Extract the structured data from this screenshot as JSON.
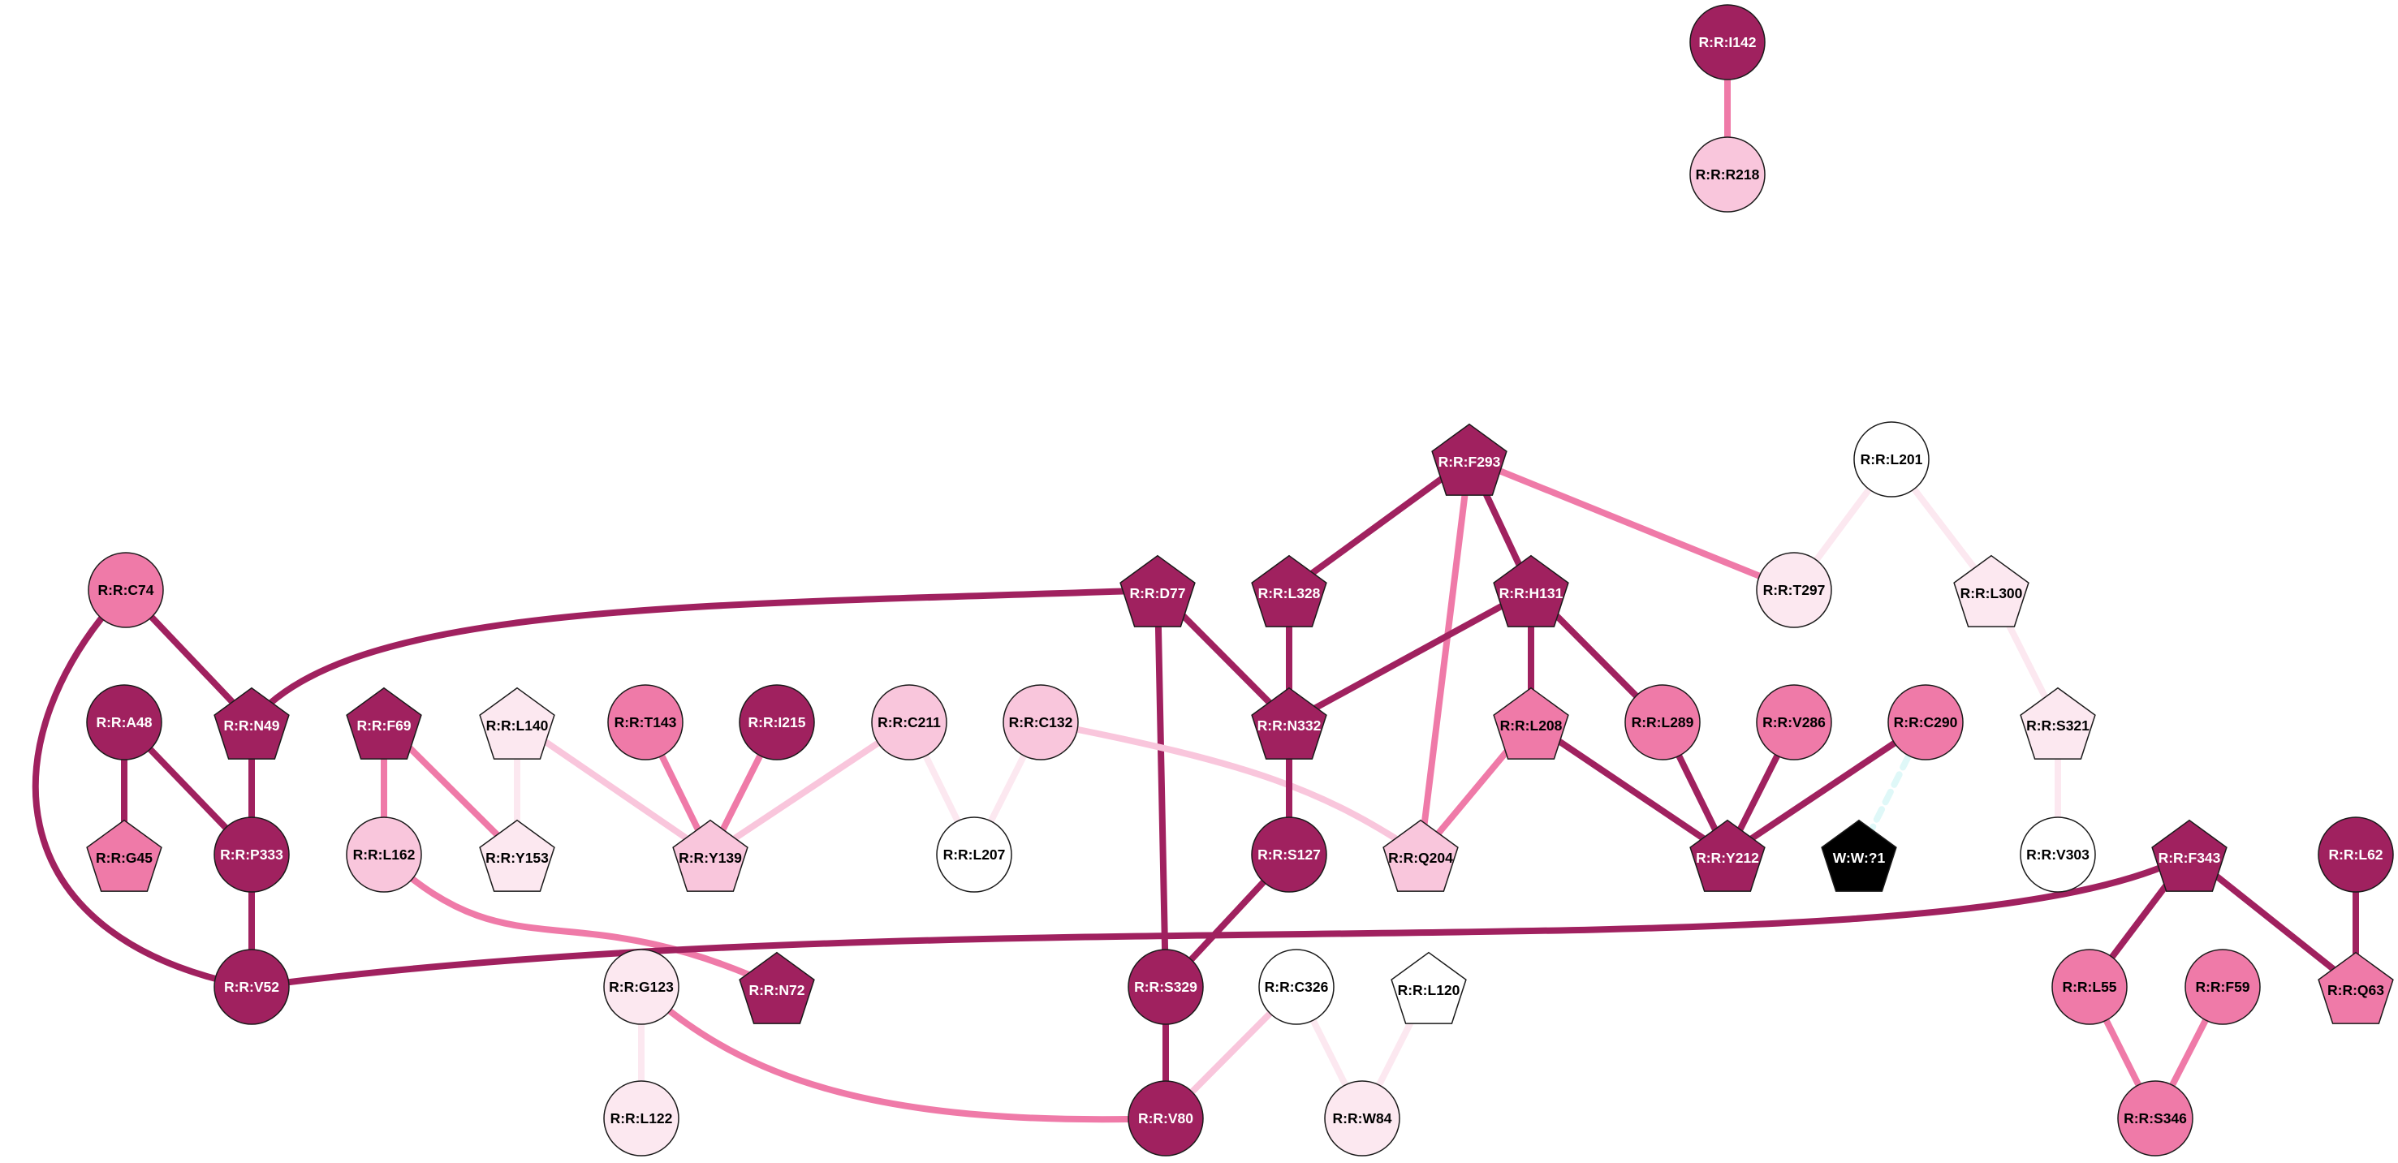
{
  "colors": {
    "dark": "#a0215f",
    "medium": "#ef7aa8",
    "light": "#f9c6dc",
    "faint": "#fce8f0",
    "white": "#ffffff",
    "black": "#000000",
    "water_edge": "#dff8f8"
  },
  "nodes": [
    {
      "id": "I142",
      "label": "R:R:I142",
      "shape": "circle",
      "fill": "dark"
    },
    {
      "id": "R218",
      "label": "R:R:R218",
      "shape": "circle",
      "fill": "light"
    },
    {
      "id": "F293",
      "label": "R:R:F293",
      "shape": "pentagon",
      "fill": "dark"
    },
    {
      "id": "L201",
      "label": "R:R:L201",
      "shape": "circle",
      "fill": "white"
    },
    {
      "id": "C74",
      "label": "R:R:C74",
      "shape": "circle",
      "fill": "medium"
    },
    {
      "id": "D77",
      "label": "R:R:D77",
      "shape": "pentagon",
      "fill": "dark"
    },
    {
      "id": "L328",
      "label": "R:R:L328",
      "shape": "pentagon",
      "fill": "dark"
    },
    {
      "id": "H131",
      "label": "R:R:H131",
      "shape": "pentagon",
      "fill": "dark"
    },
    {
      "id": "T297",
      "label": "R:R:T297",
      "shape": "circle",
      "fill": "faint"
    },
    {
      "id": "L300",
      "label": "R:R:L300",
      "shape": "pentagon",
      "fill": "faint"
    },
    {
      "id": "A48",
      "label": "R:R:A48",
      "shape": "circle",
      "fill": "dark"
    },
    {
      "id": "N49",
      "label": "R:R:N49",
      "shape": "pentagon",
      "fill": "dark"
    },
    {
      "id": "F69",
      "label": "R:R:F69",
      "shape": "pentagon",
      "fill": "dark"
    },
    {
      "id": "L140",
      "label": "R:R:L140",
      "shape": "pentagon",
      "fill": "faint"
    },
    {
      "id": "T143",
      "label": "R:R:T143",
      "shape": "circle",
      "fill": "medium"
    },
    {
      "id": "I215",
      "label": "R:R:I215",
      "shape": "circle",
      "fill": "dark"
    },
    {
      "id": "C211",
      "label": "R:R:C211",
      "shape": "circle",
      "fill": "light"
    },
    {
      "id": "C132",
      "label": "R:R:C132",
      "shape": "circle",
      "fill": "light"
    },
    {
      "id": "N332",
      "label": "R:R:N332",
      "shape": "pentagon",
      "fill": "dark"
    },
    {
      "id": "L208",
      "label": "R:R:L208",
      "shape": "pentagon",
      "fill": "medium"
    },
    {
      "id": "L289",
      "label": "R:R:L289",
      "shape": "circle",
      "fill": "medium"
    },
    {
      "id": "V286",
      "label": "R:R:V286",
      "shape": "circle",
      "fill": "medium"
    },
    {
      "id": "C290",
      "label": "R:R:C290",
      "shape": "circle",
      "fill": "medium"
    },
    {
      "id": "S321",
      "label": "R:R:S321",
      "shape": "pentagon",
      "fill": "faint"
    },
    {
      "id": "G45",
      "label": "R:R:G45",
      "shape": "pentagon",
      "fill": "medium"
    },
    {
      "id": "P333",
      "label": "R:R:P333",
      "shape": "circle",
      "fill": "dark"
    },
    {
      "id": "L162",
      "label": "R:R:L162",
      "shape": "circle",
      "fill": "light"
    },
    {
      "id": "Y153",
      "label": "R:R:Y153",
      "shape": "pentagon",
      "fill": "faint"
    },
    {
      "id": "Y139",
      "label": "R:R:Y139",
      "shape": "pentagon",
      "fill": "light"
    },
    {
      "id": "L207",
      "label": "R:R:L207",
      "shape": "circle",
      "fill": "white"
    },
    {
      "id": "S127",
      "label": "R:R:S127",
      "shape": "circle",
      "fill": "dark"
    },
    {
      "id": "Q204",
      "label": "R:R:Q204",
      "shape": "pentagon",
      "fill": "light"
    },
    {
      "id": "Y212",
      "label": "R:R:Y212",
      "shape": "pentagon",
      "fill": "dark"
    },
    {
      "id": "W1",
      "label": "W:W:?1",
      "shape": "pentagon",
      "fill": "black"
    },
    {
      "id": "V303",
      "label": "R:R:V303",
      "shape": "circle",
      "fill": "white"
    },
    {
      "id": "F343",
      "label": "R:R:F343",
      "shape": "pentagon",
      "fill": "dark"
    },
    {
      "id": "L62",
      "label": "R:R:L62",
      "shape": "circle",
      "fill": "dark"
    },
    {
      "id": "V52",
      "label": "R:R:V52",
      "shape": "circle",
      "fill": "dark"
    },
    {
      "id": "N72",
      "label": "R:R:N72",
      "shape": "pentagon",
      "fill": "dark"
    },
    {
      "id": "G123",
      "label": "R:R:G123",
      "shape": "circle",
      "fill": "faint"
    },
    {
      "id": "S329",
      "label": "R:R:S329",
      "shape": "circle",
      "fill": "dark"
    },
    {
      "id": "C326",
      "label": "R:R:C326",
      "shape": "circle",
      "fill": "white"
    },
    {
      "id": "L120",
      "label": "R:R:L120",
      "shape": "pentagon",
      "fill": "white"
    },
    {
      "id": "L55",
      "label": "R:R:L55",
      "shape": "circle",
      "fill": "medium"
    },
    {
      "id": "F59",
      "label": "R:R:F59",
      "shape": "circle",
      "fill": "medium"
    },
    {
      "id": "Q63",
      "label": "R:R:Q63",
      "shape": "pentagon",
      "fill": "medium"
    },
    {
      "id": "L122",
      "label": "R:R:L122",
      "shape": "circle",
      "fill": "faint"
    },
    {
      "id": "V80",
      "label": "R:R:V80",
      "shape": "circle",
      "fill": "dark"
    },
    {
      "id": "W84",
      "label": "R:R:W84",
      "shape": "circle",
      "fill": "faint"
    },
    {
      "id": "S346",
      "label": "R:R:S346",
      "shape": "circle",
      "fill": "medium"
    }
  ],
  "edges": [
    {
      "source": "I142",
      "target": "R218",
      "color": "medium"
    },
    {
      "source": "F293",
      "target": "L328",
      "color": "dark"
    },
    {
      "source": "F293",
      "target": "H131",
      "color": "dark"
    },
    {
      "source": "F293",
      "target": "T297",
      "color": "medium"
    },
    {
      "source": "F293",
      "target": "Q204",
      "color": "medium"
    },
    {
      "source": "L201",
      "target": "T297",
      "color": "faint"
    },
    {
      "source": "L201",
      "target": "L300",
      "color": "faint"
    },
    {
      "source": "L300",
      "target": "S321",
      "color": "faint"
    },
    {
      "source": "S321",
      "target": "V303",
      "color": "faint"
    },
    {
      "source": "C74",
      "target": "N49",
      "color": "dark"
    },
    {
      "source": "C74",
      "target": "V52",
      "color": "dark"
    },
    {
      "source": "D77",
      "target": "N49",
      "color": "dark"
    },
    {
      "source": "D77",
      "target": "N332",
      "color": "dark"
    },
    {
      "source": "D77",
      "target": "S329",
      "color": "dark"
    },
    {
      "source": "L328",
      "target": "N332",
      "color": "dark"
    },
    {
      "source": "H131",
      "target": "N332",
      "color": "dark"
    },
    {
      "source": "H131",
      "target": "L208",
      "color": "dark"
    },
    {
      "source": "H131",
      "target": "L289",
      "color": "dark"
    },
    {
      "source": "A48",
      "target": "G45",
      "color": "dark"
    },
    {
      "source": "A48",
      "target": "P333",
      "color": "dark"
    },
    {
      "source": "N49",
      "target": "P333",
      "color": "dark"
    },
    {
      "source": "P333",
      "target": "V52",
      "color": "dark"
    },
    {
      "source": "F69",
      "target": "L162",
      "color": "medium"
    },
    {
      "source": "F69",
      "target": "Y153",
      "color": "medium"
    },
    {
      "source": "L140",
      "target": "Y153",
      "color": "faint"
    },
    {
      "source": "L140",
      "target": "Y139",
      "color": "light"
    },
    {
      "source": "T143",
      "target": "Y139",
      "color": "medium"
    },
    {
      "source": "I215",
      "target": "Y139",
      "color": "medium"
    },
    {
      "source": "C211",
      "target": "Y139",
      "color": "light"
    },
    {
      "source": "C211",
      "target": "L207",
      "color": "faint"
    },
    {
      "source": "C132",
      "target": "L207",
      "color": "faint"
    },
    {
      "source": "C132",
      "target": "Q204",
      "color": "light"
    },
    {
      "source": "N332",
      "target": "S127",
      "color": "dark"
    },
    {
      "source": "S127",
      "target": "S329",
      "color": "dark"
    },
    {
      "source": "L208",
      "target": "Q204",
      "color": "medium"
    },
    {
      "source": "L208",
      "target": "Y212",
      "color": "dark"
    },
    {
      "source": "L289",
      "target": "Y212",
      "color": "dark"
    },
    {
      "source": "V286",
      "target": "Y212",
      "color": "dark"
    },
    {
      "source": "C290",
      "target": "Y212",
      "color": "dark"
    },
    {
      "source": "C290",
      "target": "W1",
      "color": "water_edge"
    },
    {
      "source": "L162",
      "target": "N72",
      "color": "medium"
    },
    {
      "source": "F343",
      "target": "V52",
      "color": "dark"
    },
    {
      "source": "F343",
      "target": "L55",
      "color": "dark"
    },
    {
      "source": "F343",
      "target": "Q63",
      "color": "dark"
    },
    {
      "source": "L62",
      "target": "Q63",
      "color": "dark"
    },
    {
      "source": "L55",
      "target": "S346",
      "color": "medium"
    },
    {
      "source": "F59",
      "target": "S346",
      "color": "medium"
    },
    {
      "source": "G123",
      "target": "L122",
      "color": "faint"
    },
    {
      "source": "G123",
      "target": "V80",
      "color": "medium"
    },
    {
      "source": "S329",
      "target": "V80",
      "color": "dark"
    },
    {
      "source": "C326",
      "target": "V80",
      "color": "light"
    },
    {
      "source": "C326",
      "target": "W84",
      "color": "faint"
    },
    {
      "source": "L120",
      "target": "W84",
      "color": "faint"
    }
  ]
}
